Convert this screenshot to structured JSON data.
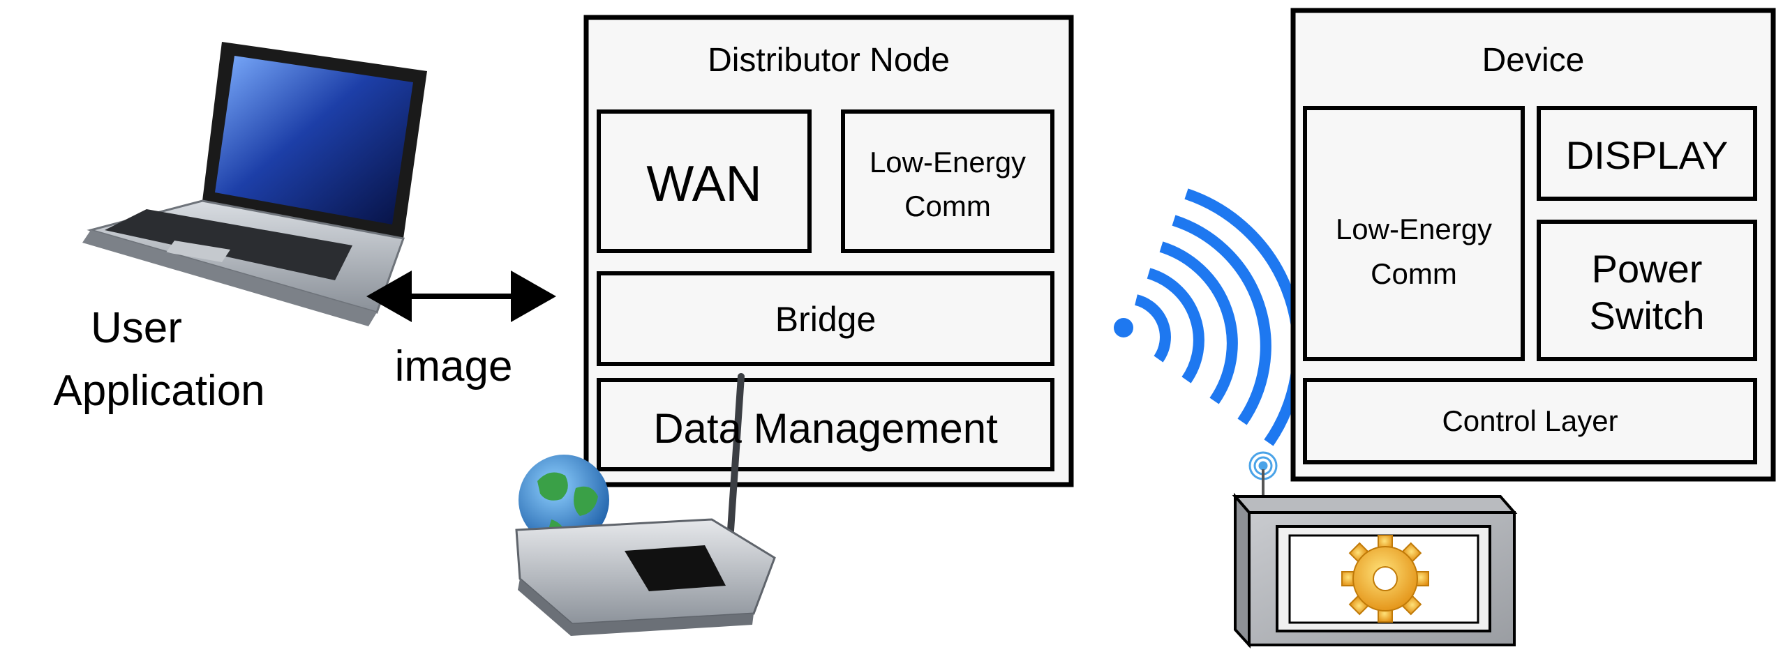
{
  "user_app": {
    "line1": "User",
    "line2": "Application"
  },
  "arrow_label": "image",
  "distributor": {
    "title": "Distributor Node",
    "wan": "WAN",
    "lowenergy_line1": "Low-Energy",
    "lowenergy_line2": "Comm",
    "bridge": "Bridge",
    "data_mgmt": "Data Management"
  },
  "device": {
    "title": "Device",
    "lowenergy_line1": "Low-Energy",
    "lowenergy_line2": "Comm",
    "display": "DISPLAY",
    "power_line1": "Power",
    "power_line2": "Switch",
    "control": "Control Layer"
  },
  "colors": {
    "box_fill": "#f7f7f7",
    "stroke": "#000000",
    "wifi_blue": "#1e78f0",
    "globe_blue": "#2a7fc6",
    "globe_green": "#3aa047",
    "gear_gold": "#f2b51c"
  }
}
